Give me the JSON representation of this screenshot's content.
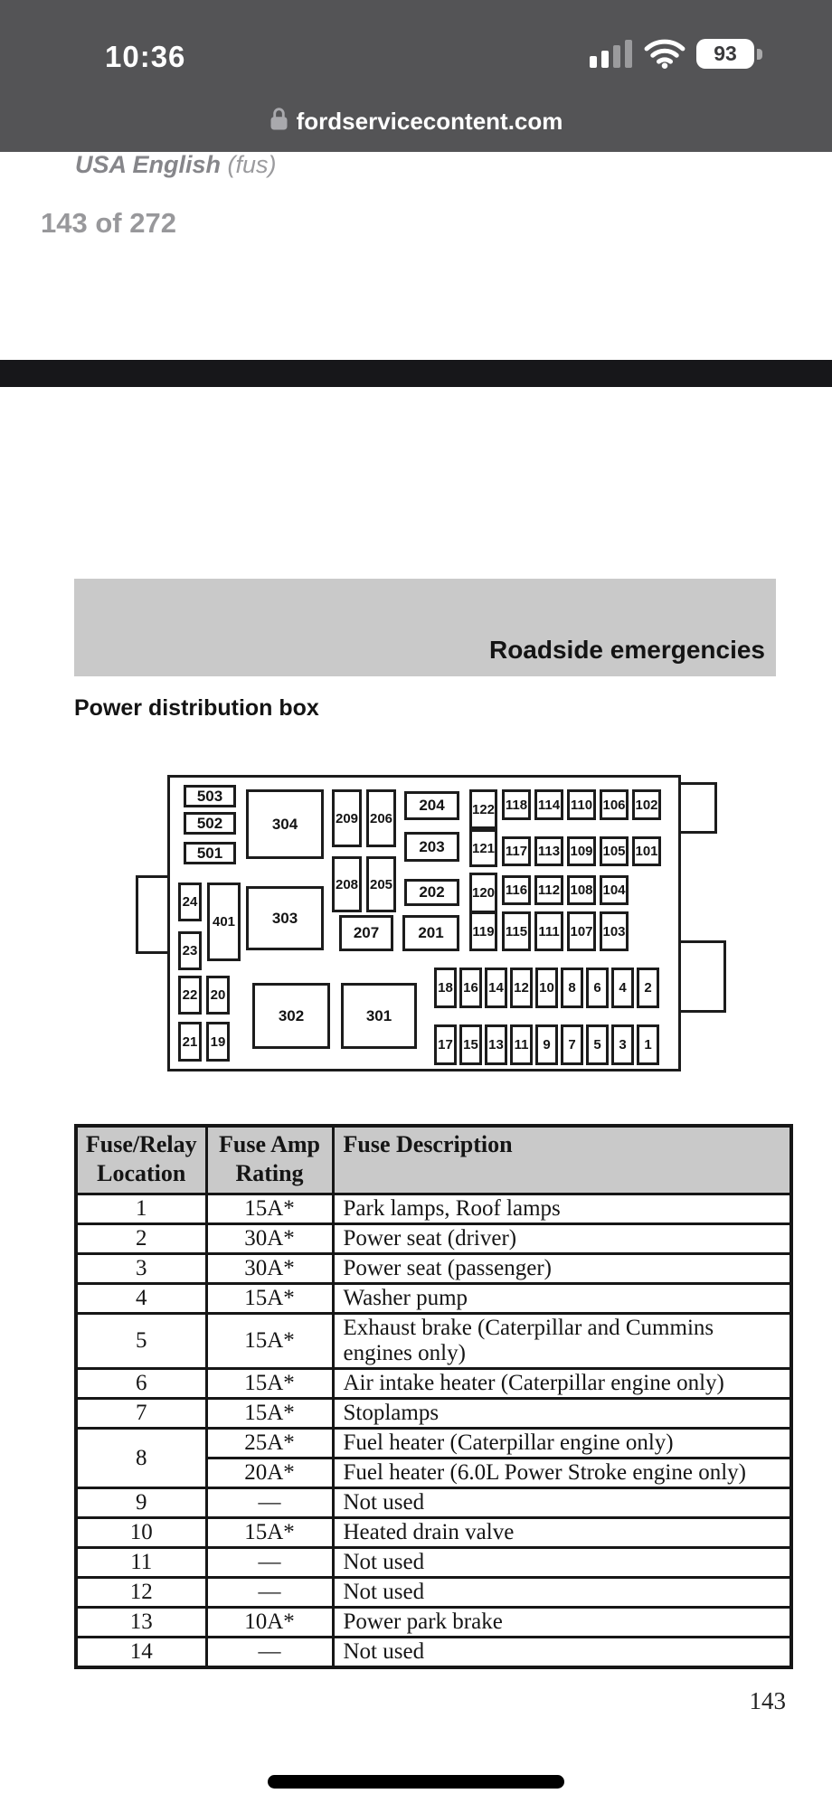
{
  "status_bar": {
    "time": "10:36",
    "battery_percent": "93"
  },
  "url_bar": {
    "domain": "fordservicecontent.com"
  },
  "viewer": {
    "language_label": "USA English",
    "language_suffix": "(fus)",
    "page_position": "143 of 272"
  },
  "document": {
    "section_banner": "Roadside emergencies",
    "heading": "Power distribution box",
    "page_number": "143",
    "diagram": {
      "box_labels": [
        "503",
        "502",
        "501",
        "304",
        "209",
        "206",
        "204",
        "122",
        "118",
        "114",
        "110",
        "106",
        "102",
        "203",
        "121",
        "117",
        "113",
        "109",
        "105",
        "101",
        "208",
        "205",
        "202",
        "120",
        "116",
        "112",
        "108",
        "104",
        "207",
        "201",
        "119",
        "115",
        "111",
        "107",
        "103",
        "24",
        "401",
        "303",
        "23",
        "22",
        "20",
        "21",
        "19",
        "302",
        "301",
        "18",
        "16",
        "14",
        "12",
        "10",
        "8",
        "6",
        "4",
        "2",
        "17",
        "15",
        "13",
        "11",
        "9",
        "7",
        "5",
        "3",
        "1"
      ]
    },
    "table": {
      "columns": [
        {
          "label": "Fuse/Relay\nLocation"
        },
        {
          "label": "Fuse Amp\nRating"
        },
        {
          "label": "Fuse Description"
        }
      ],
      "rows": [
        {
          "location": "1",
          "rating": "15A*",
          "description": "Park lamps, Roof lamps"
        },
        {
          "location": "2",
          "rating": "30A*",
          "description": "Power seat (driver)"
        },
        {
          "location": "3",
          "rating": "30A*",
          "description": "Power seat (passenger)"
        },
        {
          "location": "4",
          "rating": "15A*",
          "description": "Washer pump"
        },
        {
          "location": "5",
          "rating": "15A*",
          "description": "Exhaust brake (Caterpillar and Cummins engines only)"
        },
        {
          "location": "6",
          "rating": "15A*",
          "description": "Air intake heater (Caterpillar engine only)"
        },
        {
          "location": "7",
          "rating": "15A*",
          "description": "Stoplamps"
        },
        {
          "location": "8",
          "location_rowspan": 2,
          "rating": "25A*",
          "description": "Fuel heater (Caterpillar engine only)"
        },
        {
          "location": null,
          "rating": "20A*",
          "description": "Fuel heater (6.0L Power Stroke engine only)"
        },
        {
          "location": "9",
          "rating": "—",
          "description": "Not used"
        },
        {
          "location": "10",
          "rating": "15A*",
          "description": "Heated drain valve"
        },
        {
          "location": "11",
          "rating": "—",
          "description": "Not used"
        },
        {
          "location": "12",
          "rating": "—",
          "description": "Not used"
        },
        {
          "location": "13",
          "rating": "10A*",
          "description": "Power park brake"
        },
        {
          "location": "14",
          "rating": "—",
          "description": "Not used"
        }
      ]
    }
  },
  "colors": {
    "toolbar_bg": "#545456",
    "banner_bg": "#c9c9c9",
    "table_header_bg": "#c9c9c9",
    "separator_bar": "#17171a"
  }
}
